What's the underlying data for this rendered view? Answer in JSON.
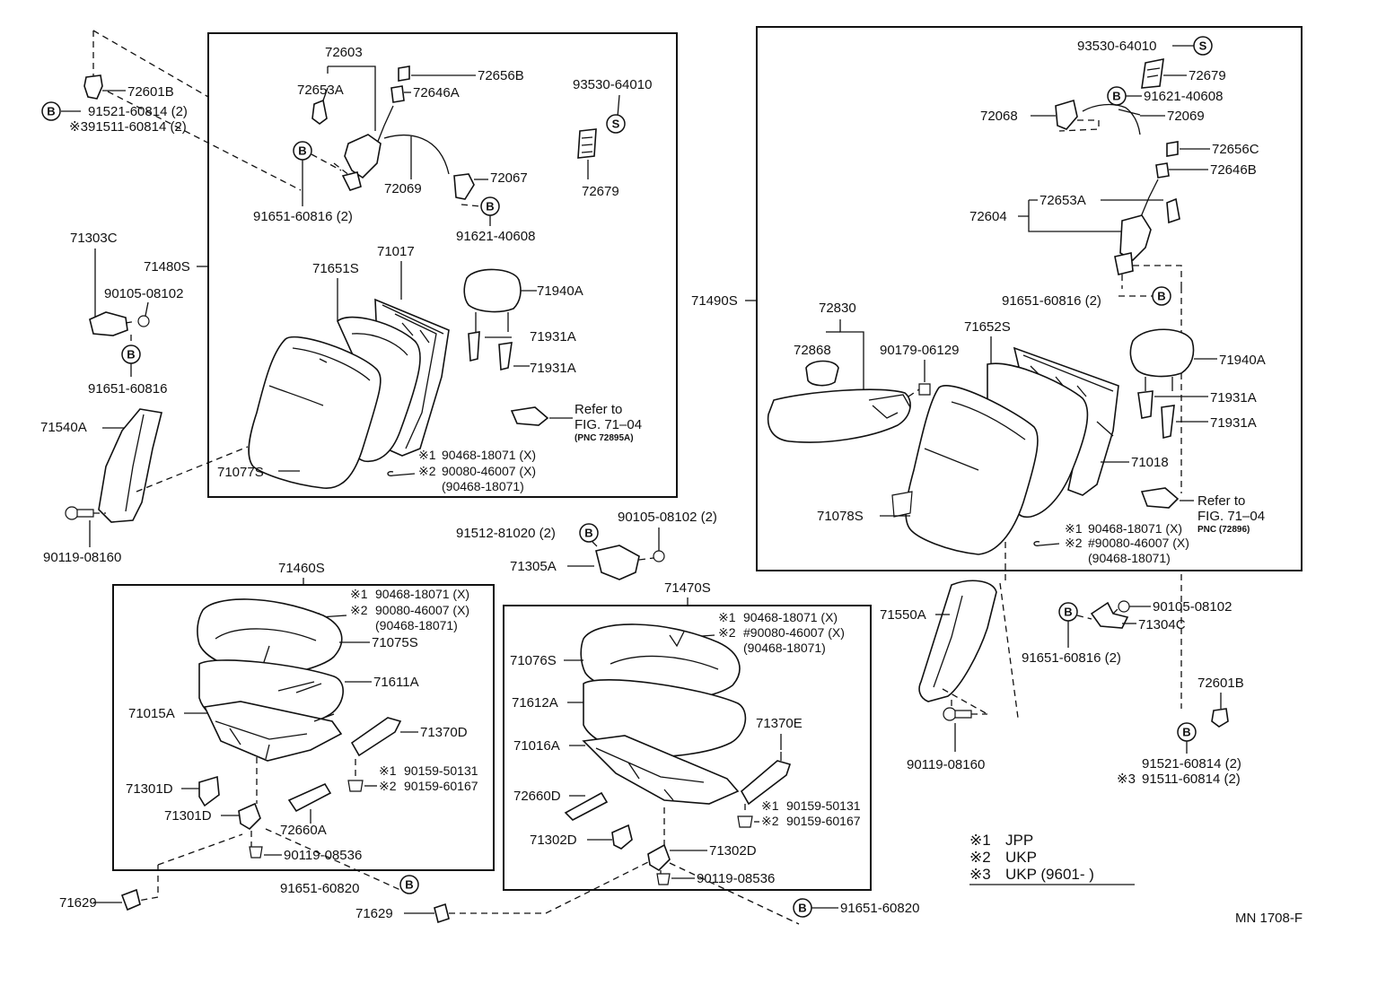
{
  "labels": {
    "p72603": "72603",
    "p72653A_l": "72653A",
    "p72656B": "72656B",
    "p72646A": "72646A",
    "p93530_l": "93530-64010",
    "p72601B_l": "72601B",
    "p91521_l": "91521-60814 (2)",
    "p91511_l": "91511-60814 (2)",
    "p72069_l": "72069",
    "p72067": "72067",
    "p72679_l": "72679",
    "p91651_60816_2_l": "91651-60816 (2)",
    "p91621_l": "91621-40608",
    "p71303C": "71303C",
    "p90105_08102_l": "90105-08102",
    "p91651_60816_l": "91651-60816",
    "p71480S": "71480S",
    "p71017": "71017",
    "p71651S": "71651S",
    "p71940A_l": "71940A",
    "p71931A_l1": "71931A",
    "p71931A_l2": "71931A",
    "p71540A": "71540A",
    "p71077S": "71077S",
    "refer_l1": "Refer to",
    "refer_l2": "FIG. 71–04",
    "refer_l3": "(PNC 72895A)",
    "note_l1": "90468-18071 (X)",
    "note_l2": "90080-46007 (X)",
    "note_l3": "(90468-18071)",
    "p90119_08160_l": "90119-08160",
    "p91512": "91512-81020 (2)",
    "p90105_08102_2": "90105-08102 (2)",
    "p71305A": "71305A",
    "p71460S": "71460S",
    "p71470S": "71470S",
    "p93530_r": "93530-64010",
    "p72679_r": "72679",
    "p91621_r": "91621-40608",
    "p72068": "72068",
    "p72069_r": "72069",
    "p72656C": "72656C",
    "p72646B": "72646B",
    "p72653A_r": "72653A",
    "p72604": "72604",
    "p71490S": "71490S",
    "p91651_60816_2_r": "91651-60816 (2)",
    "p72830": "72830",
    "p72868": "72868",
    "p71652S": "71652S",
    "p90179": "90179-06129",
    "p71940A_r": "71940A",
    "p71931A_r1": "71931A",
    "p71931A_r2": "71931A",
    "p71018": "71018",
    "p71078S": "71078S",
    "refer_r1": "Refer to",
    "refer_r2": "FIG. 71–04",
    "refer_r3": "PNC (72896)",
    "note_r1": "90468-18071 (X)",
    "note_r2": "#90080-46007 (X)",
    "note_r3": "(90468-18071)",
    "p71550A": "71550A",
    "p90105_08102_r": "90105-08102",
    "p71304C": "71304C",
    "p91651_60816_2_r2": "91651-60816 (2)",
    "p90119_08160_r": "90119-08160",
    "p72601B_r": "72601B",
    "p91521_r": "91521-60814 (2)",
    "p91511_r": "91511-60814 (2)",
    "c_note1": "90468-18071 (X)",
    "c_note2": "90080-46007 (X)",
    "c_note3": "(90468-18071)",
    "p71075S": "71075S",
    "p71611A": "71611A",
    "p71015A": "71015A",
    "p71370D": "71370D",
    "c_bolt1": "90159-50131",
    "c_bolt2": "90159-60167",
    "p71301D_1": "71301D",
    "p71301D_2": "71301D",
    "p72660A": "72660A",
    "p90119_08536_l": "90119-08536",
    "p91651_60820_l": "91651-60820",
    "p71629_l": "71629",
    "p71629_m": "71629",
    "d_note1": "90468-18071 (X)",
    "d_note2": "#90080-46007 (X)",
    "d_note3": "(90468-18071)",
    "p71076S": "71076S",
    "p71612A": "71612A",
    "p71016A": "71016A",
    "p71370E": "71370E",
    "d_bolt1": "90159-50131",
    "d_bolt2": "90159-60167",
    "p72660D": "72660D",
    "p71302D_1": "71302D",
    "p71302D_2": "71302D",
    "p90119_08536_m": "90119-08536",
    "p91651_60820_r": "91651-60820",
    "legend1": "JPP",
    "legend2": "UKP",
    "legend3": "UKP (9601-       )",
    "mark1": "※1",
    "mark2": "※2",
    "mark3": "※3",
    "ref_code": "MN 1708-F"
  },
  "badges": {
    "B": "B",
    "S": "S"
  }
}
